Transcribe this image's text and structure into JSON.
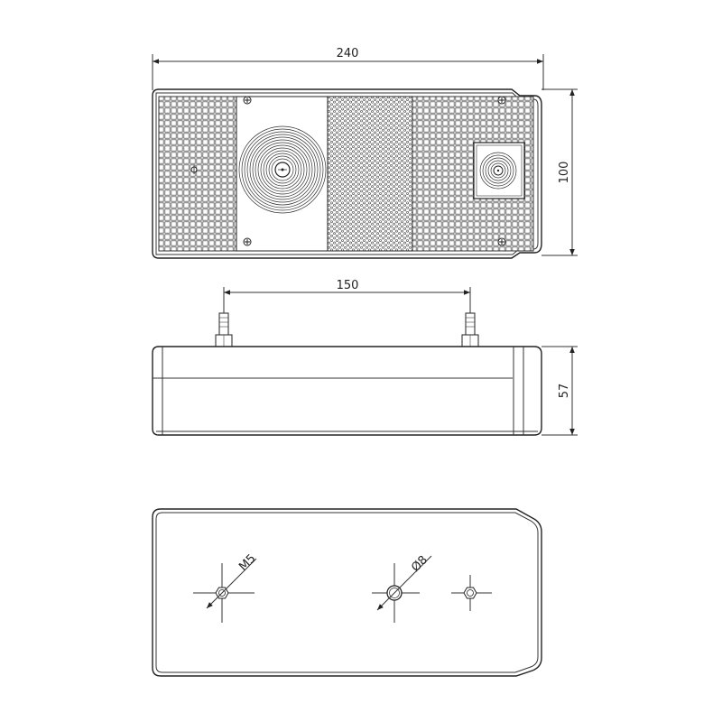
{
  "drawing": {
    "title": "",
    "dimensions": {
      "overall_width": "240",
      "height_front": "100",
      "stud_spacing": "150",
      "depth": "57",
      "thread": "M5",
      "hole_diameter": "Ø8"
    },
    "views": [
      "front-view",
      "side-view",
      "rear-view"
    ]
  }
}
